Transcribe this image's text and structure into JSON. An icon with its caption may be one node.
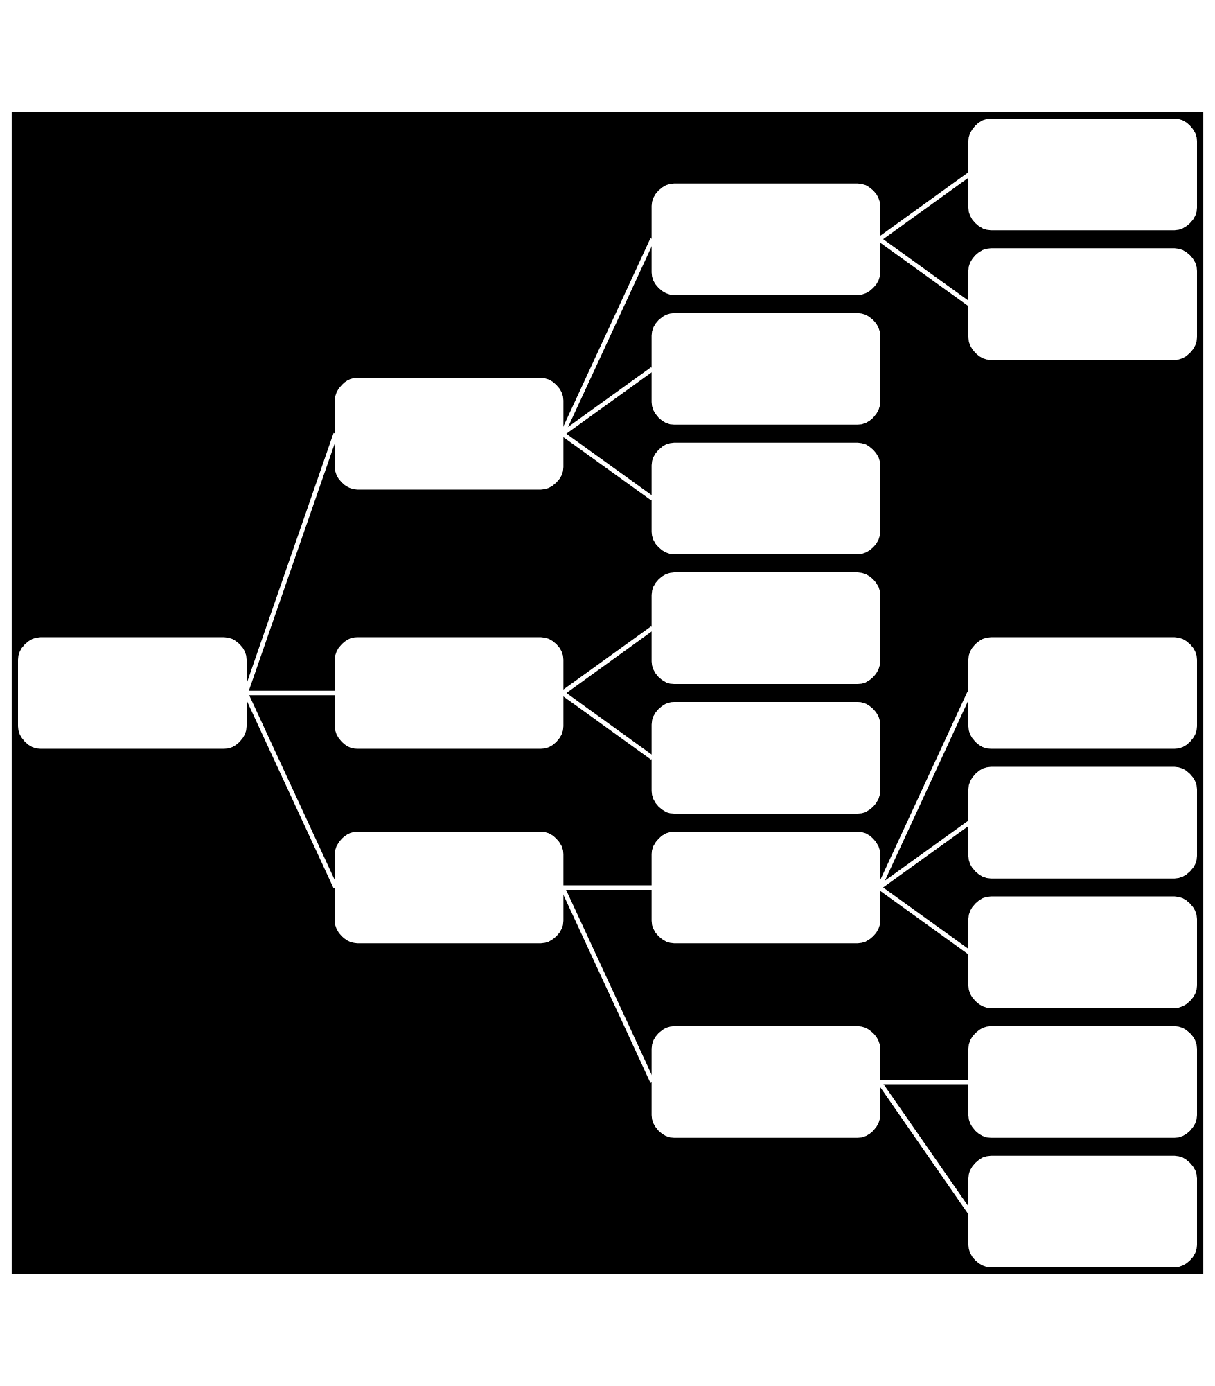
{
  "diagram": {
    "nodes": [
      {
        "text": [],
        "shape": "box"
      },
      {
        "text": [],
        "shape": "box"
      },
      {
        "text": [],
        "shape": "box"
      },
      {
        "text": [],
        "shape": "box"
      },
      {
        "text": [],
        "shape": "box"
      },
      {
        "text": [],
        "shape": "box"
      },
      {
        "text": [],
        "shape": "box"
      },
      {
        "text": [],
        "shape": "box"
      },
      {
        "text": [],
        "shape": "box"
      },
      {
        "text": [],
        "shape": "box"
      },
      {
        "text": [],
        "shape": "box"
      },
      {
        "text": [],
        "shape": "box"
      },
      {
        "text": [],
        "shape": "box"
      },
      {
        "text": [],
        "shape": "box"
      },
      {
        "text": [],
        "shape": "box"
      },
      {
        "text": [],
        "shape": "box"
      },
      {
        "text": [],
        "shape": "box"
      },
      {
        "text": [],
        "shape": "box"
      }
    ],
    "edges": [
      {
        "from": 0,
        "to": 1,
        "arrow": "none"
      },
      {
        "from": 0,
        "to": 2,
        "arrow": "none"
      },
      {
        "from": 0,
        "to": 3,
        "arrow": "none"
      },
      {
        "from": 1,
        "to": 4,
        "arrow": "none"
      },
      {
        "from": 1,
        "to": 5,
        "arrow": "none"
      },
      {
        "from": 1,
        "to": 6,
        "arrow": "none"
      },
      {
        "from": 2,
        "to": 7,
        "arrow": "none"
      },
      {
        "from": 2,
        "to": 8,
        "arrow": "none"
      },
      {
        "from": 3,
        "to": 9,
        "arrow": "none"
      },
      {
        "from": 3,
        "to": 10,
        "arrow": "none"
      },
      {
        "from": 4,
        "to": 11,
        "arrow": "none"
      },
      {
        "from": 4,
        "to": 12,
        "arrow": "none"
      },
      {
        "from": 9,
        "to": 13,
        "arrow": "none"
      },
      {
        "from": 9,
        "to": 14,
        "arrow": "none"
      },
      {
        "from": 9,
        "to": 15,
        "arrow": "none"
      },
      {
        "from": 10,
        "to": 16,
        "arrow": "none"
      },
      {
        "from": 10,
        "to": 17,
        "arrow": "none"
      }
    ]
  }
}
